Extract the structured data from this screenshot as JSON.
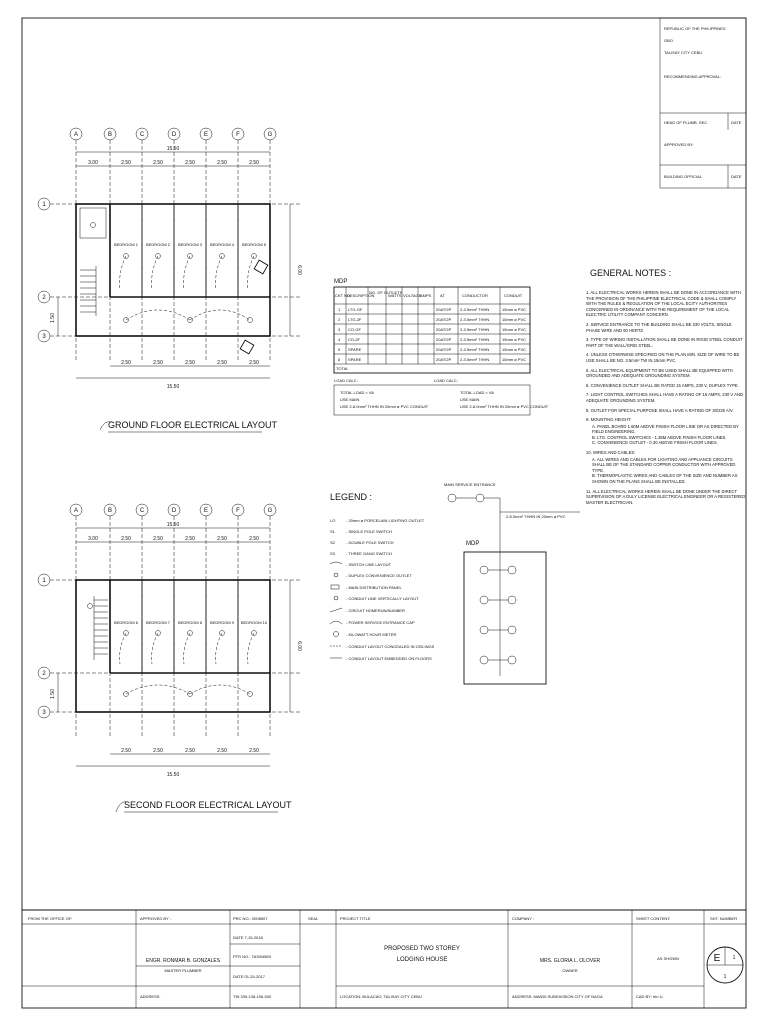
{
  "authority": {
    "line1": "REPUBLIC OF THE PHILIPPINES",
    "line2": "OBO",
    "line3": "TALISAY CITY CEBU",
    "recommending": "RECOMMENDING APPROVAL:",
    "head_label": "HEAD OF PLUMB. SEC.",
    "date_label_1": "DATE",
    "approved_by": "APPROVED BY:",
    "building_official": "BUILDING OFFICIAL",
    "date_label_2": "DATE"
  },
  "ground_floor": {
    "title": "GROUND FLOOR ELECTRICAL LAYOUT",
    "grid_cols": [
      "A",
      "B",
      "C",
      "D",
      "E",
      "F",
      "G"
    ],
    "grid_rows": [
      "1",
      "2",
      "3"
    ],
    "overall": "15.50",
    "top_dims": [
      "3.00",
      "2.50",
      "2.50",
      "2.50",
      "2.50",
      "2.50"
    ],
    "bottom_dims": [
      "2.50",
      "2.50",
      "2.50",
      "2.50",
      "2.50"
    ],
    "side_dim": "6.00",
    "small_dim": "1.50",
    "rooms": [
      "BEDROOM 1",
      "BEDROOM 2",
      "BEDROOM 3",
      "BEDROOM 4",
      "BEDROOM 5"
    ]
  },
  "second_floor": {
    "title": "SECOND FLOOR ELECTRICAL LAYOUT",
    "grid_cols": [
      "A",
      "B",
      "C",
      "D",
      "E",
      "F",
      "G"
    ],
    "grid_rows": [
      "1",
      "2",
      "3"
    ],
    "overall": "15.50",
    "top_dims": [
      "3.00",
      "2.50",
      "2.50",
      "2.50",
      "2.50",
      "2.50"
    ],
    "bottom_dims": [
      "2.50",
      "2.50",
      "2.50",
      "2.50",
      "2.50"
    ],
    "side_dim": "6.00",
    "small_dim": "1.50",
    "rooms": [
      "BEDROOM 6",
      "BEDROOM 7",
      "BEDROOM 8",
      "BEDROOM 9",
      "BEDROOM 10"
    ]
  },
  "schedule": {
    "title": "MDP",
    "headers": [
      "CKT NO.",
      "DESCRIPTION",
      "NO. OF OUTLETS",
      "WATTS",
      "VOLTAGE",
      "AMPS",
      "AT",
      "CONDUCTOR",
      "CONDUIT"
    ],
    "rows": [
      [
        "1",
        "LTG-GF",
        "",
        "",
        "",
        "",
        "20AT/2P",
        "2-3.5mm² THHN",
        "15mm ø PVC"
      ],
      [
        "2",
        "LTG-2F",
        "",
        "",
        "",
        "",
        "20AT/2P",
        "2-3.5mm² THHN",
        "15mm ø PVC"
      ],
      [
        "3",
        "CO-GF",
        "",
        "",
        "",
        "",
        "20AT/2P",
        "2-3.5mm² THHN",
        "15mm ø PVC"
      ],
      [
        "4",
        "CO-2F",
        "",
        "",
        "",
        "",
        "20AT/2P",
        "2-3.5mm² THHN",
        "15mm ø PVC"
      ],
      [
        "5",
        "SPARE",
        "",
        "",
        "",
        "",
        "20AT/2P",
        "2-3.5mm² THHN",
        "15mm ø PVC"
      ],
      [
        "6",
        "SPARE",
        "",
        "",
        "",
        "",
        "20AT/2P",
        "2-3.5mm² THHN",
        "15mm ø PVC"
      ]
    ],
    "total_label": "TOTAL",
    "load_left": "LOAD CALC:",
    "load_right": "LOAD CALC:",
    "left_lines": [
      "TOTAL LOAD = VA",
      "USE MAIN",
      "USE 2-8.0mm² THHN IN 20mm ø PVC CONDUIT"
    ],
    "right_lines": [
      "TOTAL LOAD = VA",
      "USE MAIN",
      "USE 2-8.0mm² THHN IN 20mm ø PVC CONDUIT"
    ]
  },
  "legend": {
    "title": "LEGEND :",
    "items": [
      "- 20mm ø PORCELAIN LIGHTING OUTLET",
      "- SINGLE POLE SWITCH",
      "- DOUBLE POLE SWITCH",
      "- THREE GANG SWITCH",
      "- SWITCH LINE LAYOUT",
      "- DUPLEX CONVENIENCE OUTLET",
      "- MAIN DISTRIBUTION PANEL",
      "- CONDUIT LINE VERTICALLY LAYOUT",
      "- CIRCUIT HOMERUN/NUMBER",
      "- POWER SERVICE ENTRANCE CAP",
      "- KILOWATT HOUR METER",
      "- CONDUIT LAYOUT CONCEALED IN CEILINGS",
      "- CONDUIT LAYOUT EMBEDDED ON FLOORS"
    ],
    "symbols": [
      "LO",
      "S1",
      "S2",
      "S3",
      "",
      "",
      "MDP",
      "",
      "",
      "",
      "KWH",
      "",
      ""
    ]
  },
  "riser": {
    "label_top": "MAIN SERVICE ENTRANCE",
    "label_wire": "2-8.0mm² THHN IN 20mm ø PVC",
    "label_mdp": "MDP"
  },
  "notes": {
    "title": "GENERAL NOTES :",
    "items": [
      "1. ALL ELECTRICAL WORKS HEREIN SHALL BE DONE IN ACCORDANCE WITH THE PROVISION OF THE PHILIPPINE ELECTRICAL CODE & SHALL COMPLY WITH THE RULES & REGULATION OF THE LOCAL ECITY AUTHORITIES CONCERNED IN ORDINANCE WITH THE REQUIREMENT OF THE LOCAL ELECTRIC UTILITY COMPANY CONCERN.",
      "2. SERVICE ENTRANCE TO THE BUILDING SHALL BE 230 VOLTS, SINGLE PHASE WIRE AND 60 HERTZ.",
      "3. TYPE OF WIRING INSTALLATION SHALL BE DONE IN RIGID STEEL CONDUIT PART OF THE WALL/GRID STEEL.",
      "4. UNLESS OTHERWISE SPECIFIED ON THE PLAN MIN. SIZE OF WIRE TO BE USE SHALL BE NO. 3.5mm² TW IN 15mm PVC.",
      "5. ALL ELECTRICAL EQUIPMENT TO BE USED SHALL BE EQUIPPED WITH GROUNDED AND ADEQUATE GROUNDING SYSTEM.",
      "6. CONVENIENCE OUTLET SHALL BE RATED 15 AMPS, 230 V, DUPLEX TYPE.",
      "7. LIGHT CONTROL SWITCHES SHALL HAVE A RATING OF 15 AMPS, 230 V AND ADEQUATE GROUNDING SYSTEM.",
      "8. OUTLET FOR SPECIAL PURPOSE SHALL HAVE A RATING OF 30/230 A/V.",
      "9. MOUNTING HEIGHT:",
      "A. PANEL BOARD 1.50M ABOVE FINISH FLOOR LINE OR AS DIRECTED BY FIELD ENGINEERING.",
      "B. LTG. CONTROL SWITCHES - 1.35M ABOVE FINISH FLOOR LINES.",
      "C. CONVENIENCE OUTLET - 0.30 ABOVE FINISH FLOOR LINES.",
      "10. WIRES AND CABLES:",
      "A. ALL WIRES AND CABLES FOR LIGHTING AND APPLIANCE CIRCUITS SHALL BE OF THE STANDARD COPPER CONDUCTOR WITH APPROVED TYPE.",
      "B. THERMOPLASTIC WIRES AND CABLES OF THE SIZE AND NUMBER AS SHOWN ON THE PLANS SHALL BE INSTALLED.",
      "11. ALL ELECTRICAL WORKS HEREIN SHALL BE DONE UNDER THE DIRECT SUPERVISION OF A DULY LICENSE ELECTRICAL ENGINEER OR A REGISTERED MASTER ELECTRICIAN."
    ]
  },
  "title_block": {
    "from_office": "FROM THE OFFICE OF:",
    "approved_by": "APPROVED BY :",
    "prc_label": "PRC NO.: 0008507",
    "date_a": "DATE   7-15-2018",
    "ptr_label": "PTR NO.: 7A30I4569",
    "date_b": "DATE   01-20-2017",
    "tin_label": "TIN   339-138-106-000",
    "seal": "SEAL",
    "engineer": "ENGR. RONMAR B. GONZALES",
    "engineer_role": "MASTER PLUMBER",
    "address_label": "ADDRESS:",
    "project_title_label": "PROJECT TITLE",
    "project_line1": "PROPOSED TWO STOREY",
    "project_line2": "LODGING HOUSE",
    "location": "LOCATION: BULACAO, TALISAY CITY CEBU",
    "company_label": "COMPANY :",
    "owner_name": "MRS. GLORIA L. OLOVER",
    "owner_role": "OWNER",
    "owner_address": "ADDRESS: MANDI SUBDIVISION CITY OF NAGA",
    "sheet_content": "SHEET CONTENT:",
    "scale": "AS SHOWN",
    "cad_by": "CAD BY: Irin U.",
    "sht_number": "SHT. NUMBER",
    "sheet_letter": "E",
    "sheet_no": "1",
    "sheet_total": "1"
  }
}
